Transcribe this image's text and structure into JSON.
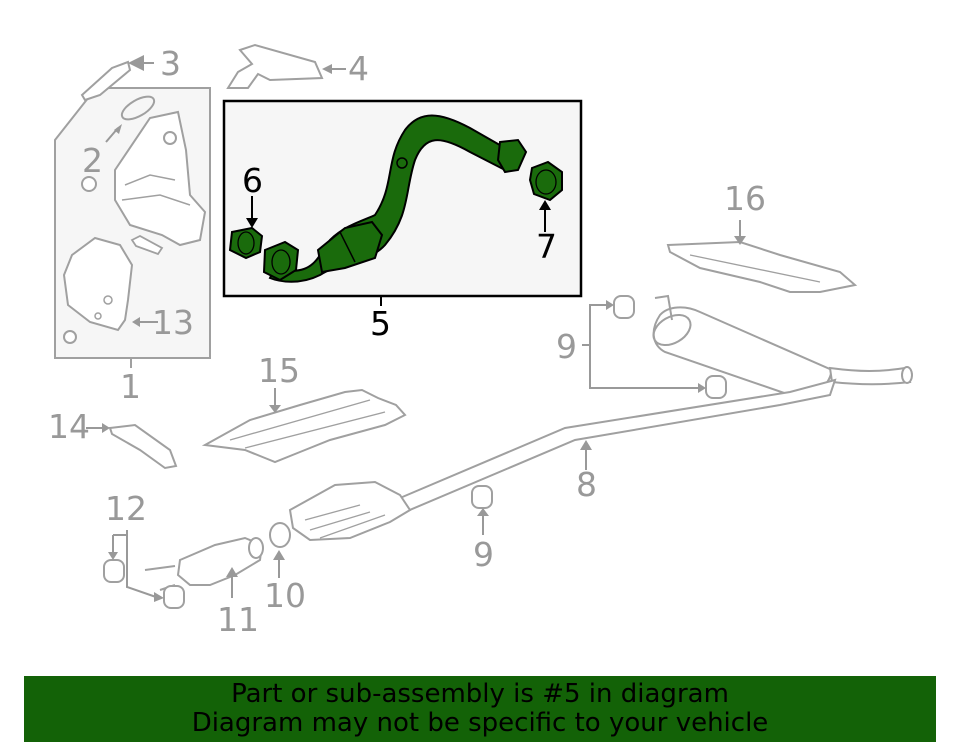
{
  "diagram": {
    "highlighted_part": "5",
    "colors": {
      "highlight_fill": "#1a6b0c",
      "highlight_stroke": "#000000",
      "part_stroke": "#a0a0a0",
      "callout_gray": "#999999",
      "group_box_fill": "#f6f6f6"
    },
    "callouts": {
      "c1": "1",
      "c2": "2",
      "c3": "3",
      "c4": "4",
      "c5": "5",
      "c6": "6",
      "c7": "7",
      "c8": "8",
      "c9a": "9",
      "c9b": "9",
      "c10": "10",
      "c11": "11",
      "c12": "12",
      "c13": "13",
      "c14": "14",
      "c15": "15",
      "c16": "16"
    }
  },
  "banner": {
    "line1": "Part or sub-assembly is #5 in diagram",
    "line2": "Diagram may not be specific to your vehicle",
    "background": "#136207"
  }
}
